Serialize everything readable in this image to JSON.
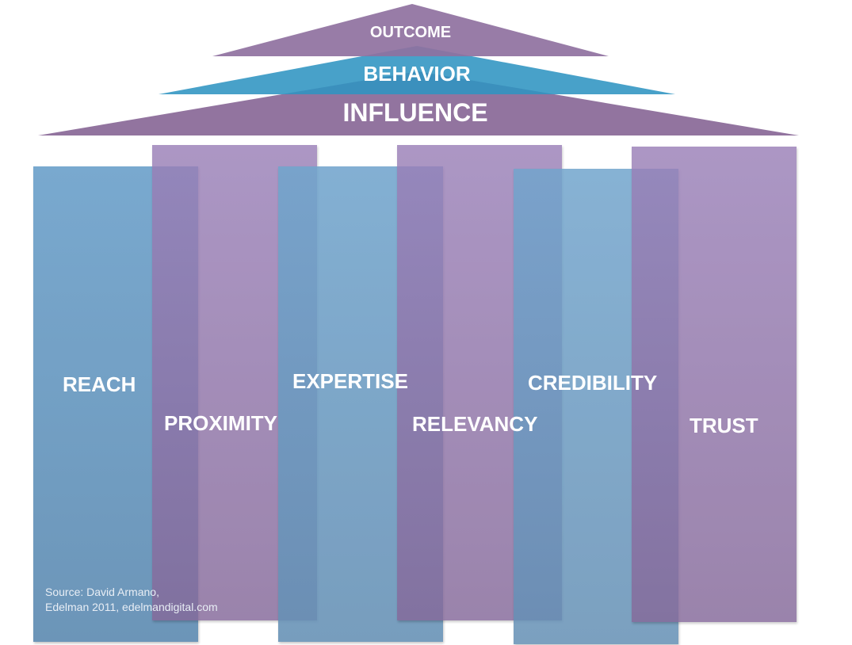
{
  "roof": {
    "outcome": "OUTCOME",
    "behavior": "BEHAVIOR",
    "influence": "INFLUENCE"
  },
  "pillars": [
    "REACH",
    "PROXIMITY",
    "EXPERTISE",
    "RELEVANCY",
    "CREDIBILITY",
    "TRUST"
  ],
  "source": {
    "line1": "Source: David Armano,",
    "line2": "Edelman 2011, edelmandigital.com"
  },
  "colors": {
    "blue": "#6f9fc8",
    "purple": "#9479b0",
    "behavior": "#3ea0c8"
  }
}
